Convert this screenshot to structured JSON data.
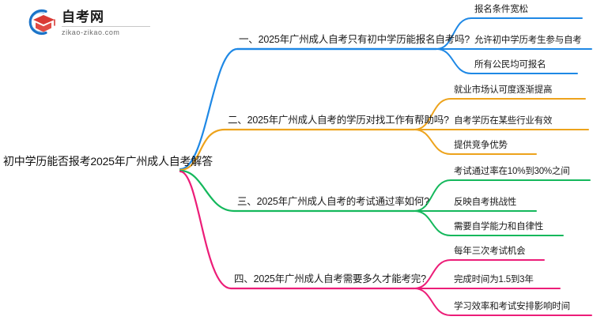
{
  "logo": {
    "title": "自考网",
    "domain": "zikao-zikao.com",
    "mark_icon": "graduation-cap-in-circle-logo-icon",
    "arc_color": "#1a73c8",
    "cap_color": "#d93a35"
  },
  "mindmap": {
    "type": "mindmap",
    "root": {
      "label": "初中学历能否报考2025年广州成人自考解答"
    },
    "branches": [
      {
        "label": "一、2025年广州成人自考只有初中学历能报名自考吗?",
        "color": "#1e88e5",
        "children": [
          {
            "label": "报名条件宽松"
          },
          {
            "label": "允许初中学历考生参与自考"
          },
          {
            "label": "所有公民均可报名"
          }
        ]
      },
      {
        "label": "二、2025年广州成人自考的学历对找工作有帮助吗?",
        "color": "#eda31c",
        "children": [
          {
            "label": "就业市场认可度逐渐提高"
          },
          {
            "label": "自考学历在某些行业有效"
          },
          {
            "label": "提供竞争优势"
          }
        ]
      },
      {
        "label": "三、2025年广州成人自考的考试通过率如何?",
        "color": "#14b85c",
        "children": [
          {
            "label": "考试通过率在10%到30%之间"
          },
          {
            "label": "反映自考挑战性"
          },
          {
            "label": "需要自学能力和自律性"
          }
        ]
      },
      {
        "label": "四、2025年广州成人自考需要多久才能考完?",
        "color": "#ec1d78",
        "children": [
          {
            "label": "每年三次考试机会"
          },
          {
            "label": "完成时间为1.5到3年"
          },
          {
            "label": "学习效率和考试安排影响时间"
          }
        ]
      }
    ]
  }
}
